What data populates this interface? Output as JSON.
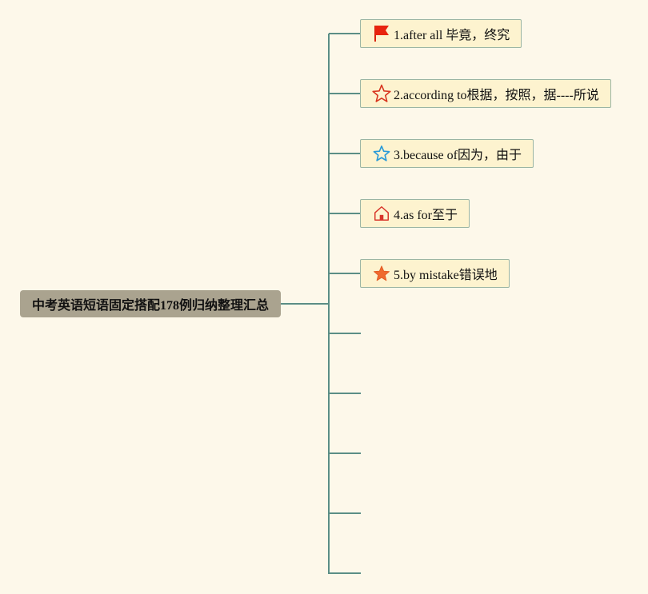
{
  "root": {
    "title": "中考英语短语固定搭配178例归纳整理汇总"
  },
  "topics": [
    {
      "label": "1.after all 毕竟，终究",
      "icon": "red-flag-icon"
    },
    {
      "label": "2.according to根据，按照，据----所说",
      "icon": "red-star-outline-icon"
    },
    {
      "label": "3.because of因为，由于",
      "icon": "blue-star-outline-icon"
    },
    {
      "label": "4.as for至于",
      "icon": "house-icon"
    },
    {
      "label": "5.by mistake错误地",
      "icon": "orange-star-filled-icon"
    }
  ],
  "colors": {
    "background": "#fdf8ea",
    "connector": "#5b8e86",
    "root_fill": "#aaa38f",
    "topic_fill": "#fdf3cf",
    "topic_border": "#9bb5a4"
  }
}
